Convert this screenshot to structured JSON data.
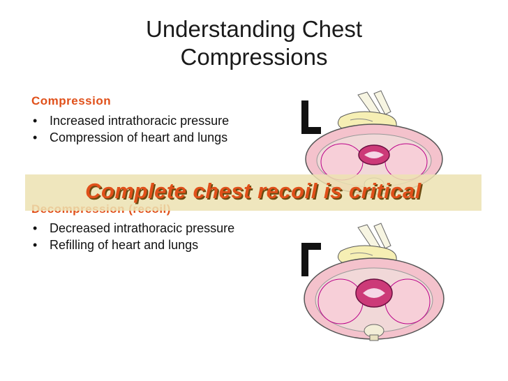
{
  "slide": {
    "title_line1": "Understanding Chest",
    "title_line2": "Compressions",
    "compression": {
      "heading": "Compression",
      "bullets": [
        "Increased intrathoracic pressure",
        "Compression of heart and lungs"
      ]
    },
    "decompression": {
      "heading": "Decompression (recoil)",
      "bullets": [
        "Decreased intrathoracic pressure",
        "Refilling of heart and lungs"
      ]
    },
    "banner": "Complete chest recoil is critical",
    "bullet_glyph": "•"
  },
  "colors": {
    "accent": "#e0501a",
    "banner_bg": "#ece2b2",
    "text": "#111111"
  }
}
